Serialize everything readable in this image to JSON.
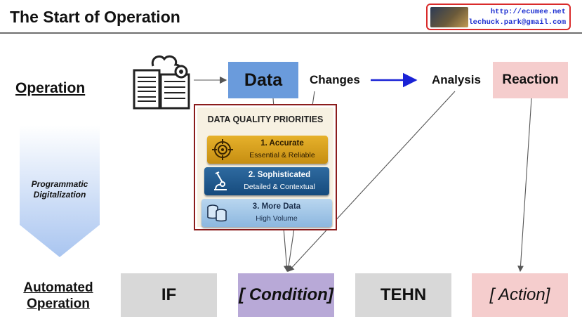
{
  "header": {
    "title": "The Start of Operation",
    "badge_url": "http://ecumee.net",
    "badge_email": "lechuck.park@gmail.com"
  },
  "labels": {
    "operation": "Operation",
    "automated_line1": "Automated",
    "automated_line2": "Operation",
    "programmatic_line1": "Programmatic",
    "programmatic_line2": "Digitalization"
  },
  "flow": {
    "data": "Data",
    "changes": "Changes",
    "analysis": "Analysis",
    "reaction": "Reaction"
  },
  "bottom": {
    "if": "IF",
    "condition": "[ Condition]",
    "tehn": "TEHN",
    "action": "[ Action]"
  },
  "quality": {
    "title": "DATA QUALITY PRIORITIES",
    "items": [
      {
        "heading": "1. Accurate",
        "sub": "Essential & Reliable",
        "icon": "target-icon"
      },
      {
        "heading": "2. Sophisticated",
        "sub": "Detailed & Contextual",
        "icon": "microscope-icon"
      },
      {
        "heading": "3. More Data",
        "sub": "High Volume",
        "icon": "database-icon"
      }
    ]
  },
  "colors": {
    "data_box": "#6a9bdc",
    "reaction_box": "#f5cdcd",
    "condition_box": "#b8a9d7",
    "neutral_box": "#d8d8d8",
    "arrow_blue": "#1a22d6",
    "panel_border": "#8b1c1c",
    "badge_border": "#d92b2b"
  },
  "icons": {
    "server": "server-cloud-gear-icon"
  }
}
